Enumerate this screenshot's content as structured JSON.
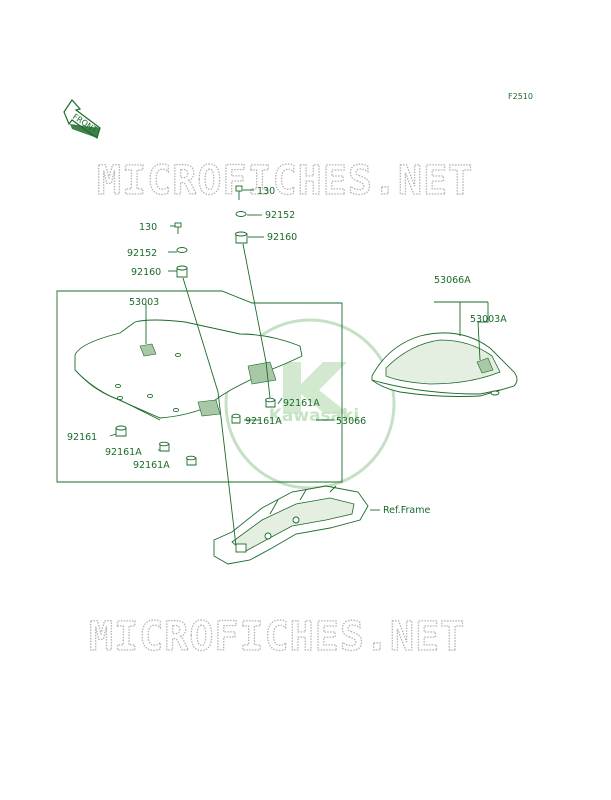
{
  "diagram_code": "F2510",
  "front_label": "FRONT",
  "watermark_text": "MICROFICHES.NET",
  "logo_text": "Kawasaki",
  "ref_frame_label": "Ref.Frame",
  "callouts": {
    "bolt_left": "130",
    "washer_left": "92152",
    "damper_left": "92160",
    "bolt_right": "130",
    "washer_right": "92152",
    "damper_right": "92160",
    "seat_assy": "53003",
    "single_seat_assy": "53066A",
    "single_seat": "53003A",
    "damper_front": "92161",
    "damper_a1": "92161A",
    "damper_a2": "92161A",
    "damper_a3": "92161A",
    "damper_a4": "92161A",
    "seat_group": "53066"
  },
  "colors": {
    "line": "#1b6b2a",
    "watermark": "#b4b4b4",
    "logo": "#c5e0c5"
  }
}
